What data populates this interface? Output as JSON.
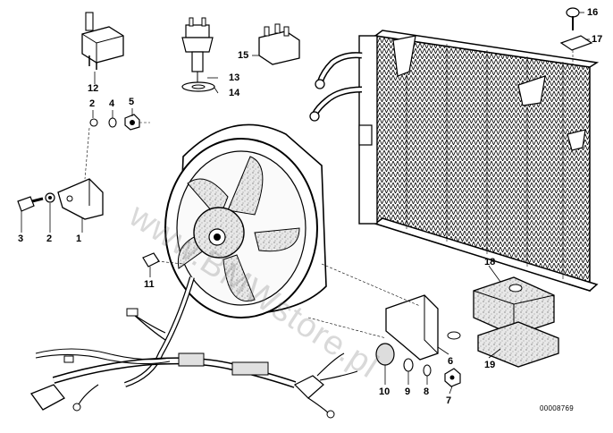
{
  "diagram": {
    "callouts": {
      "c1": "1",
      "c2a": "2",
      "c2b": "2",
      "c3": "3",
      "c4": "4",
      "c5": "5",
      "c6": "6",
      "c7": "7",
      "c8": "8",
      "c9": "9",
      "c10": "10",
      "c11": "11",
      "c12": "12",
      "c13": "13",
      "c14": "14",
      "c15": "15",
      "c16": "16",
      "c17": "17",
      "c18": "18",
      "c19": "19"
    },
    "reference_number": "00008769",
    "watermark": "www.BMWstore.pl"
  }
}
